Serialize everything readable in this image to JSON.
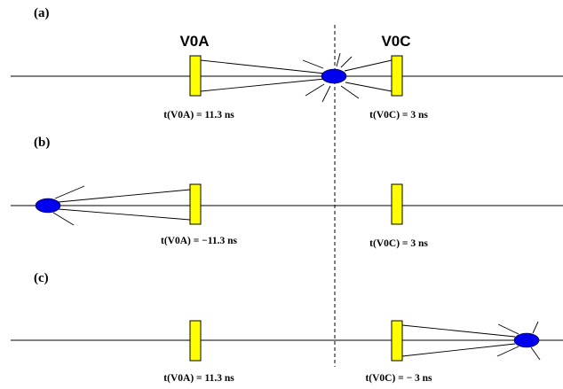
{
  "colors": {
    "detector": "#ffff00",
    "vertex": "#0000ee",
    "line": "#000000",
    "background": "#ffffff"
  },
  "detectors": {
    "a_name": "V0A",
    "c_name": "V0C"
  },
  "panels": [
    {
      "label": "(a)",
      "vertex_position": "center",
      "t_v0a": "t(V0A) = 11.3 ns",
      "t_v0c": "t(V0C) = 3 ns"
    },
    {
      "label": "(b)",
      "vertex_position": "far-left",
      "t_v0a": "t(V0A) = −11.3 ns",
      "t_v0c": "t(V0C) = 3 ns"
    },
    {
      "label": "(c)",
      "vertex_position": "far-right",
      "t_v0a": "t(V0A) = 11.3 ns",
      "t_v0c": "t(V0C) = − 3 ns"
    }
  ]
}
